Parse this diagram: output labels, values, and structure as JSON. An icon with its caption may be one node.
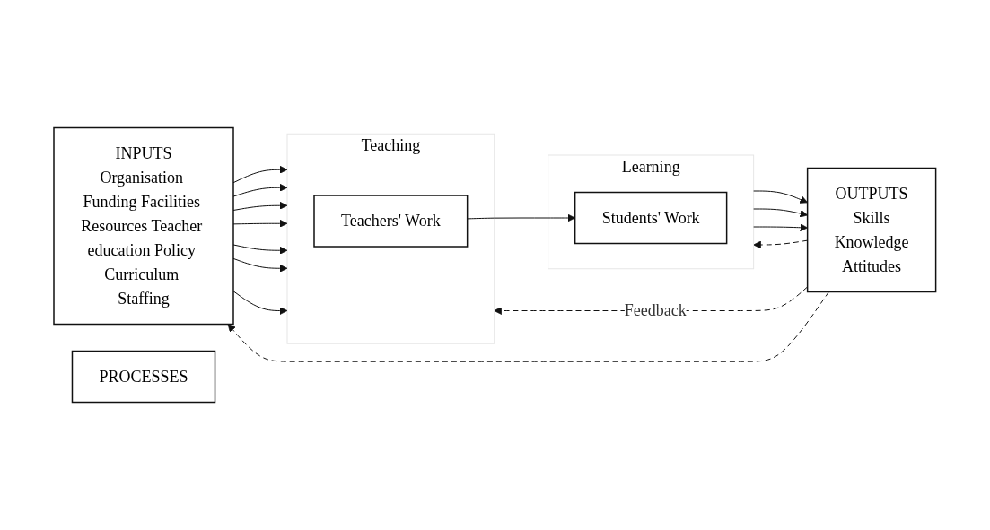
{
  "diagram": {
    "nodes": [
      {
        "text": [
          "INPUTS",
          "Organisation Funding Facilities Resources Teacher education Policy Curriculum Staffing"
        ]
      },
      {
        "text": [
          "PROCESSES"
        ]
      },
      {
        "text": [
          "Teaching"
        ]
      },
      {
        "text": [
          "Teachers' Work"
        ],
        "in": 2
      },
      {
        "text": [
          "Learning"
        ]
      },
      {
        "text": [
          "Students' Work"
        ],
        "in": 4
      },
      {
        "text": [
          "OUTPUTS",
          "Skills",
          "Knowledge",
          "Attitudes"
        ]
      }
    ],
    "edges": [
      {
        "from": 0,
        "to": 2,
        "arrow": "to"
      },
      {
        "from": 0,
        "to": 2,
        "arrow": "to"
      },
      {
        "from": 0,
        "to": 2,
        "arrow": "to"
      },
      {
        "from": 0,
        "to": 2,
        "arrow": "to"
      },
      {
        "from": 0,
        "to": 2,
        "arrow": "to"
      },
      {
        "from": 0,
        "to": 2,
        "arrow": "to"
      },
      {
        "from": 0,
        "to": 2,
        "arrow": "to"
      },
      {
        "from": 3,
        "to": 5,
        "arrow": "to"
      },
      {
        "from": 4,
        "to": 6,
        "arrow": "to"
      },
      {
        "from": 4,
        "to": 6,
        "arrow": "to"
      },
      {
        "from": 4,
        "to": 6,
        "arrow": "to"
      },
      {
        "from": 6,
        "to": 0,
        "arrow": "to",
        "style": "dashed"
      },
      {
        "from": 6,
        "to": 2,
        "arrow": "to",
        "style": "dashed",
        "label": "Feedback"
      },
      {
        "from": 6,
        "to": 4,
        "arrow": "to",
        "style": "dashed"
      }
    ]
  }
}
